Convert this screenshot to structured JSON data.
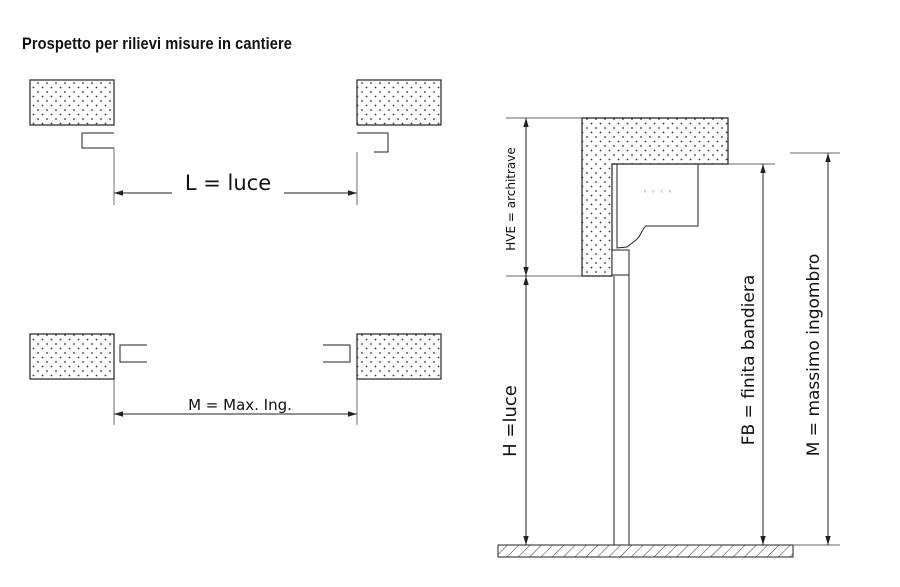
{
  "title": "Prospetto per rilievi misure in cantiere",
  "labels": {
    "luce": "L = luce",
    "max_ing": "M = Max. Ing.",
    "architrave": "HVE = architrave",
    "h_luce": "H =luce",
    "finita_bandiera": "FB = finita bandiera",
    "massimo_ingombro": "M = massimo ingombro",
    "lock_marks": "◦ ◦ ◦ ◦"
  }
}
